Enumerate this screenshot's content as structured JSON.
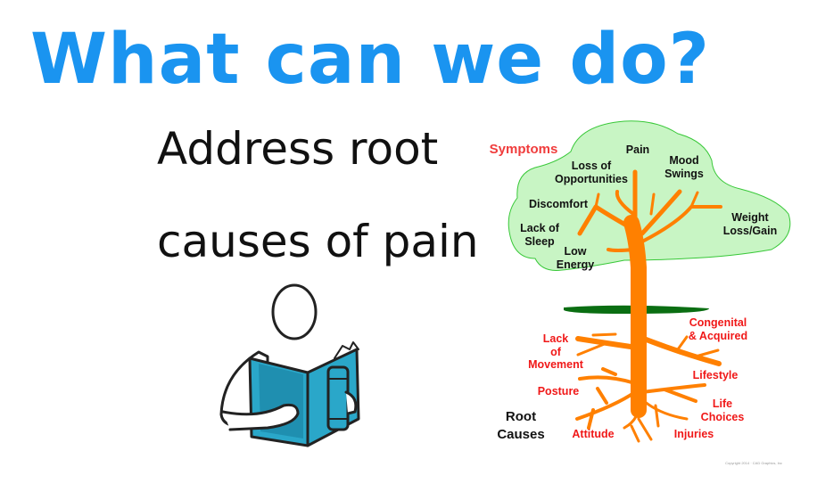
{
  "title": "What can we do?",
  "subtitle": {
    "line1": "Address root",
    "line2": "causes of pain"
  },
  "diagram": {
    "symptoms_heading": "Symptoms",
    "root_causes_heading": [
      "Root",
      "Causes"
    ],
    "symptoms": {
      "pain": "Pain",
      "loss": [
        "Loss of",
        "Opportunities"
      ],
      "mood": [
        "Mood",
        "Swings"
      ],
      "discomfort": "Discomfort",
      "sleep": [
        "Lack of",
        "Sleep"
      ],
      "energy": [
        "Low",
        "Energy"
      ],
      "weight": [
        "Weight",
        "Loss/Gain"
      ]
    },
    "causes": {
      "congenital": [
        "Congenital",
        "& Acquired"
      ],
      "movement": [
        "Lack",
        "of",
        "Movement"
      ],
      "lifestyle": "Lifestyle",
      "posture": "Posture",
      "choices": [
        "Life",
        "Choices"
      ],
      "attitude": "Attitude",
      "injuries": "Injuries"
    },
    "copyright": "Copyright 2014 · CAD Graphics, Inc",
    "colors": {
      "title": "#1a94f0",
      "crown": "#c8f5c4",
      "trunk": "#ff8000",
      "ground": "#0a6e12",
      "red_label": "#f01818"
    }
  }
}
